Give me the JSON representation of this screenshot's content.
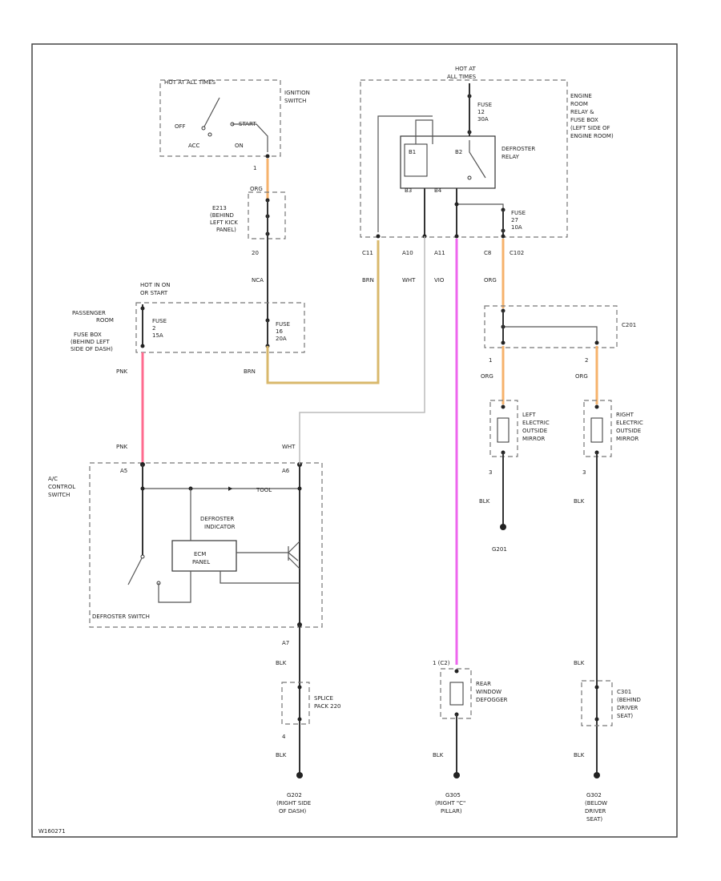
{
  "labels": {
    "hot_run_fuses": "HOT AT ALL TIMES",
    "ign_sw": [
      "IGNITION",
      "SWITCH"
    ],
    "off": "OFF",
    "start": "START",
    "acc": "ACC",
    "on": "ON",
    "ign_pin": "1",
    "ign_wire": "ORG",
    "bracket": [
      "E213",
      "(BEHIND",
      "LEFT KICK",
      "PANEL)"
    ],
    "bracket_pin": "20",
    "nca": "NCA",
    "hot_run_start": "HOT IN ON",
    "hot_run_start2": "OR START",
    "pass_box": [
      "PASSENGER",
      "ROOM",
      "FUSE BOX",
      "(BEHIND LEFT",
      "SIDE OF DASH)"
    ],
    "fuse_l": [
      "FUSE",
      "2",
      "15A"
    ],
    "fuse_r": [
      "FUSE",
      "16",
      "20A"
    ],
    "brn": "BRN",
    "pnk": "PNK",
    "pnk2": "PNK",
    "pnk_pin": "A5",
    "wht_pin": "A6",
    "wht": "WHT",
    "ac": [
      "A/C",
      "CONTROL",
      "SWITCH"
    ],
    "defog_ind": [
      "DEFROSTER",
      "INDICATOR"
    ],
    "ecm": [
      "ECM",
      "PANEL"
    ],
    "tool": "TOOL",
    "defog_sw": "DEFROSTER SWITCH",
    "a7": "A7",
    "blk": "BLK",
    "splice": [
      "SPLICE",
      "PACK 220"
    ],
    "splice_pin": "4",
    "g1": [
      "G202",
      "(RIGHT SIDE",
      "OF DASH)"
    ],
    "hot_at": "HOT AT",
    "all_times": "ALL TIMES",
    "fuse_top": [
      "FUSE",
      "12",
      "30A"
    ],
    "engine_box": [
      "ENGINE",
      "ROOM",
      "RELAY &",
      "FUSE BOX",
      "(LEFT SIDE OF",
      "ENGINE ROOM)"
    ],
    "relay": [
      "DEFROSTER",
      "RELAY"
    ],
    "r_left": "B1",
    "r_right": "B2",
    "r_bl": "B3",
    "r_br": "B4",
    "fuse_m": [
      "FUSE",
      "27",
      "10A"
    ],
    "pins": [
      "C11",
      "A10",
      "A11",
      "C8",
      "C102"
    ],
    "wires": [
      "BRN",
      "WHT",
      "VIO",
      "ORG"
    ],
    "vio_pin": "1 (C2)",
    "rear": [
      "REAR",
      "WINDOW",
      "DEFOGGER"
    ],
    "g2": [
      "G305",
      "(RIGHT \"C\"",
      "PILLAR)"
    ],
    "c201": "C201",
    "lm_pin": "1",
    "rm_pin": "2",
    "org": "ORG",
    "left_mirror": [
      "LEFT",
      "ELECTRIC",
      "OUTSIDE",
      "MIRROR"
    ],
    "right_mirror": [
      "RIGHT",
      "ELECTRIC",
      "OUTSIDE",
      "MIRROR"
    ],
    "g201": "G201",
    "mir_pin_b": "3",
    "blk_r": "BLK",
    "c301": [
      "C301",
      "(BEHIND",
      "DRIVER",
      "SEAT)"
    ],
    "g3": [
      "G302",
      "(BELOW",
      "DRIVER",
      "SEAT)"
    ],
    "fig_id": "W160271"
  },
  "colors": {
    "orange": "#f6b26b",
    "tan": "#d9b86c",
    "pink": "#ff6b8f",
    "violet": "#ee66ee",
    "gray_wire": "#bbbbbb"
  }
}
